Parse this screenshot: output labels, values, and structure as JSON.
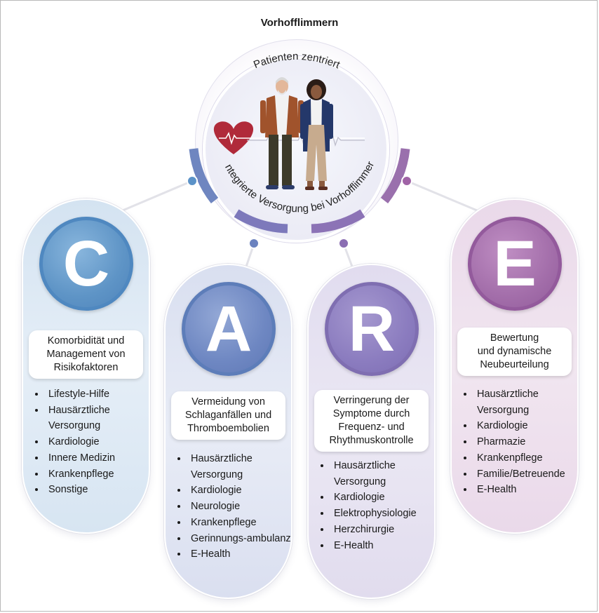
{
  "title": "Vorhofflimmern",
  "center": {
    "top_text": "Patienten zentriert",
    "bottom_text": "Integrierte Versorgung bei Vorhofflimmern"
  },
  "colors": {
    "c": "#4f88c0",
    "a": "#5d7db9",
    "r": "#7f6eb1",
    "e": "#935a9c"
  },
  "columns": [
    {
      "letter": "C",
      "label_lines": [
        "Komorbidität und",
        "Management von",
        "Risikofaktoren"
      ],
      "items": [
        "Lifestyle-Hilfe",
        "Hausärztliche Versorgung",
        "Kardiologie",
        "Innere Medizin",
        "Krankenpflege",
        "Sonstige"
      ]
    },
    {
      "letter": "A",
      "label_lines": [
        "Vermeidung von",
        "Schlaganfällen und",
        "Thromboembolien"
      ],
      "items": [
        "Hausärztliche Versorgung",
        "Kardiologie",
        "Neurologie",
        "Krankenpflege",
        "Gerinnungs-ambulanz",
        "E-Health"
      ]
    },
    {
      "letter": "R",
      "label_lines": [
        "Verringerung der",
        "Symptome durch",
        "Frequenz- und",
        "Rhythmuskontrolle"
      ],
      "items": [
        "Hausärztliche Versorgung",
        "Kardiologie",
        "Elektrophysiologie",
        "Herzchirurgie",
        "E-Health"
      ]
    },
    {
      "letter": "E",
      "label_lines": [
        "Bewertung",
        "und dynamische",
        "Neubeurteilung"
      ],
      "items": [
        "Hausärztliche Versorgung",
        "Kardiologie",
        "Pharmazie",
        "Krankenpflege",
        "Familie/Betreuende",
        "E-Health"
      ]
    }
  ]
}
